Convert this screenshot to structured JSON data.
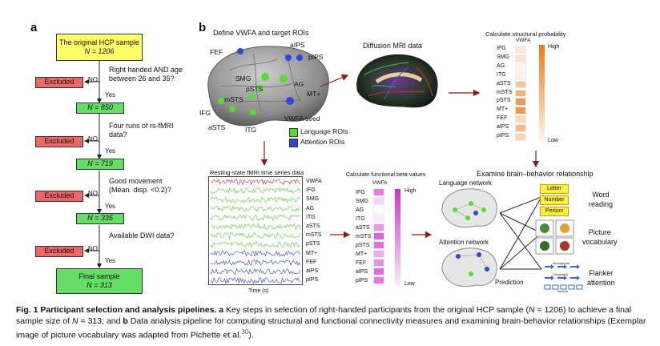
{
  "panel_a": {
    "letter": "a",
    "start_box": {
      "line1": "The original HCP sample",
      "line2": "N = 1206"
    },
    "steps": [
      {
        "question_lines": [
          "Right handed AND age",
          "between 26 and 35?"
        ],
        "no": "NO",
        "yes": "Yes",
        "excluded": "Excluded",
        "result": "N = 850"
      },
      {
        "question_lines": [
          "Four runs of rs-fMRI",
          "data?"
        ],
        "no": "NO",
        "yes": "Yes",
        "excluded": "Excluded",
        "result": "N = 719"
      },
      {
        "question_lines": [
          "Good movement",
          "(Mean. disp. <0.2)?"
        ],
        "no": "NO",
        "yes": "Yes",
        "excluded": "Excluded",
        "result": "N = 335"
      },
      {
        "question_lines": [
          "Available DWI data?"
        ],
        "no": "NO",
        "yes": "Yes",
        "excluded": "Excluded",
        "result": ""
      }
    ],
    "final_box": {
      "line1": "Final sample",
      "line2": "N = 313"
    }
  },
  "panel_b": {
    "letter": "b",
    "define_title": "Define VWFA and target ROIs",
    "rois": [
      "FEF",
      "aIPS",
      "pIPS",
      "SMG",
      "AG",
      "pSTS",
      "mSTS",
      "MT+",
      "IFG",
      "aSTS",
      "ITG",
      "VWFA seed"
    ],
    "legend": [
      {
        "label": "Language ROIs",
        "color": "#55dd33"
      },
      {
        "label": "Attention  ROIs",
        "color": "#3344dd"
      }
    ],
    "diffusion_title": "Diffusion MRI data",
    "structural": {
      "title": "Calculate structural probability",
      "column_label": "VWFA",
      "rows": [
        "IFG",
        "SMG",
        "AG",
        "ITG",
        "aSTS",
        "mSTS",
        "pSTS",
        "MT+",
        "FEF",
        "aIPS",
        "pIPS"
      ],
      "scale_high": "High",
      "scale_low": "Low"
    },
    "resting": {
      "title": "Resting-state fMRI time series data",
      "rows": [
        "VWFA",
        "IFG",
        "SMG",
        "AG",
        "ITG",
        "aSTS",
        "mSTS",
        "pSTS",
        "MT+",
        "FEF",
        "aIPS",
        "pIPS"
      ],
      "xlabel": "Time (s)"
    },
    "functional": {
      "title": "Calculate functional beta-values",
      "column_label": "VWFA",
      "rows": [
        "IFG",
        "SMG",
        "AG",
        "ITG",
        "aSTS",
        "mSTS",
        "pSTS",
        "MT+",
        "FEF",
        "aIPS",
        "pIPS"
      ],
      "scale_high": "High",
      "scale_low": "Low"
    },
    "brain_behavior": {
      "title": "Examine brain–behavior relationship",
      "language_network": "Language network",
      "attention_network": "Attention network",
      "prediction": "Prediction",
      "word_cards": [
        "Letter",
        "Number",
        "Person"
      ],
      "word_reading": [
        "Word",
        "reading"
      ],
      "picture_vocabulary": [
        "Picture",
        "vocabulary"
      ],
      "flanker": [
        "Flanker",
        "attention"
      ],
      "flanker_labels": [
        "Incongruent",
        "Congruent",
        "Neutral"
      ]
    }
  },
  "caption": {
    "bold": "Fig. 1 Participant selection and analysis pipelines.",
    "part_a_letter": "a",
    "text_a": " Key steps in selection of right-handed participants from the original HCP sample (",
    "n1": "N",
    "eq1": " = 1206) to achieve a final sample size of ",
    "n2": "N",
    "eq2": " = 313; and ",
    "part_b_letter": "b",
    "text_b": " Data analysis pipeline for computing structural and functional connectivity measures and examining brain-behavior relationships (Exemplar image of picture vocabulary was adapted from Pichette et al.",
    "ref": "30",
    "end": ")."
  },
  "colors": {
    "yellow": "#ffff66",
    "green": "#66dd66",
    "red": "#ee6666",
    "arrow": "#8b1a1a",
    "orange": "#f08a2c",
    "magenta": "#dd55dd"
  }
}
